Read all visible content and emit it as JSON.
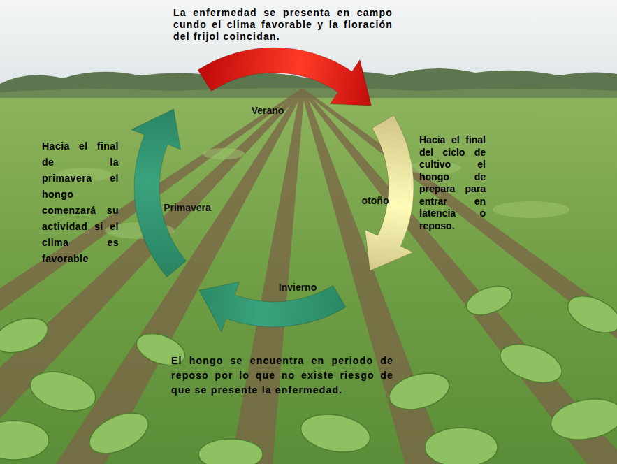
{
  "diagram": {
    "nodes": [
      {
        "text": [
          "Verano"
        ]
      },
      {
        "text": [
          "otoño"
        ]
      },
      {
        "text": [
          "Invierno"
        ]
      },
      {
        "text": [
          "Primavera"
        ]
      }
    ],
    "labels": [
      "La enfermedad se presenta en campo cundo el clima favorable y la floración del frijol coincidan.",
      "Hacia el final de la primavera el hongo comenzará su actividad si el clima es favorable",
      "Hacia el final del ciclo de cultivo el hongo de prepara para entrar en latencia o reposo.",
      "El hongo se encuentra en periodo de reposo por lo que no existe riesgo de que se presente la enfermedad."
    ]
  }
}
